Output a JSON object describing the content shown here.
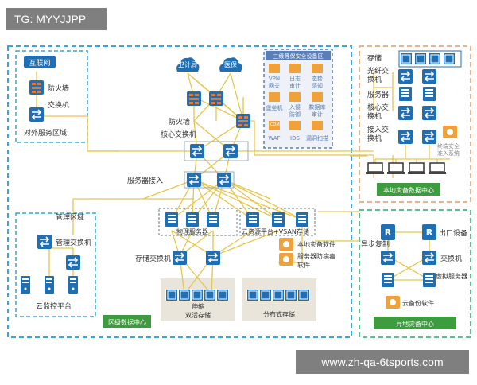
{
  "watermark_top": "TG: MYYJJPP",
  "watermark_bottom": "www.zh-qa-6tsports.com",
  "colors": {
    "frame": "#3aa7d6",
    "local_frame": "#e8b58a",
    "remote_frame": "#5cbf8c",
    "device": "#1e6fb3",
    "link": "#e7c64b",
    "green_label": "#3f9b3f",
    "zone_fill": "#e9e5da",
    "panel": "#5a7fb5"
  },
  "labels": {
    "internet": "互联网",
    "firewall_dmz": "防火墙",
    "switch_dmz": "交换机",
    "dmz_zone": "对外服务区域",
    "health": "卫计局",
    "insurance": "医保",
    "core_firewall": "防火墙",
    "core_switch": "核心交换机",
    "server_access": "服务器接入",
    "mgmt_zone": "管理区域",
    "mgmt_switch": "管理交换机",
    "cloud_monitor": "云监控平台",
    "physical_servers": "物理服务器",
    "vsan_platform": "云资源平台+VSAN存储",
    "local_backup_sw": "本地灾备软件",
    "antivirus_sw_1": "服务器防病毒",
    "antivirus_sw_2": "软件",
    "storage_switch": "存储交换机",
    "stretch_1": "伸缩",
    "stretch_2": "双活存储",
    "distributed": "分布式存储",
    "regional_dc": "区级数据中心",
    "storage": "存储",
    "fiber_sw_1": "光纤交",
    "fiber_sw_2": "换机",
    "server": "服务器",
    "core_sw_1": "核心交",
    "core_sw_2": "换机",
    "access_sw_1": "接入交",
    "access_sw_2": "换机",
    "terminal_1": "终端安全",
    "terminal_2": "准入系统",
    "local_dc": "本地灾备数据中心",
    "async_copy": "异步复制",
    "egress": "出口设备",
    "remote_switch": "交换机",
    "virtual_servers": "虚拟服务器",
    "cloud_backup": "云备份软件",
    "remote_dc": "异地灾备中心",
    "level3_title": "三级等保安全设备区",
    "vpn_1": "VPN",
    "vpn_2": "网关",
    "log_1": "日志",
    "log_2": "审计",
    "situation_1": "态势",
    "situation_2": "感知",
    "bastion": "堡垒机",
    "ids_1": "入侵",
    "ids_2": "防御",
    "db_audit_1": "数据库",
    "db_audit_2": "审计",
    "com": ".COM",
    "waf": "WAF",
    "ids": "IDS",
    "vuln": "漏洞扫描"
  }
}
